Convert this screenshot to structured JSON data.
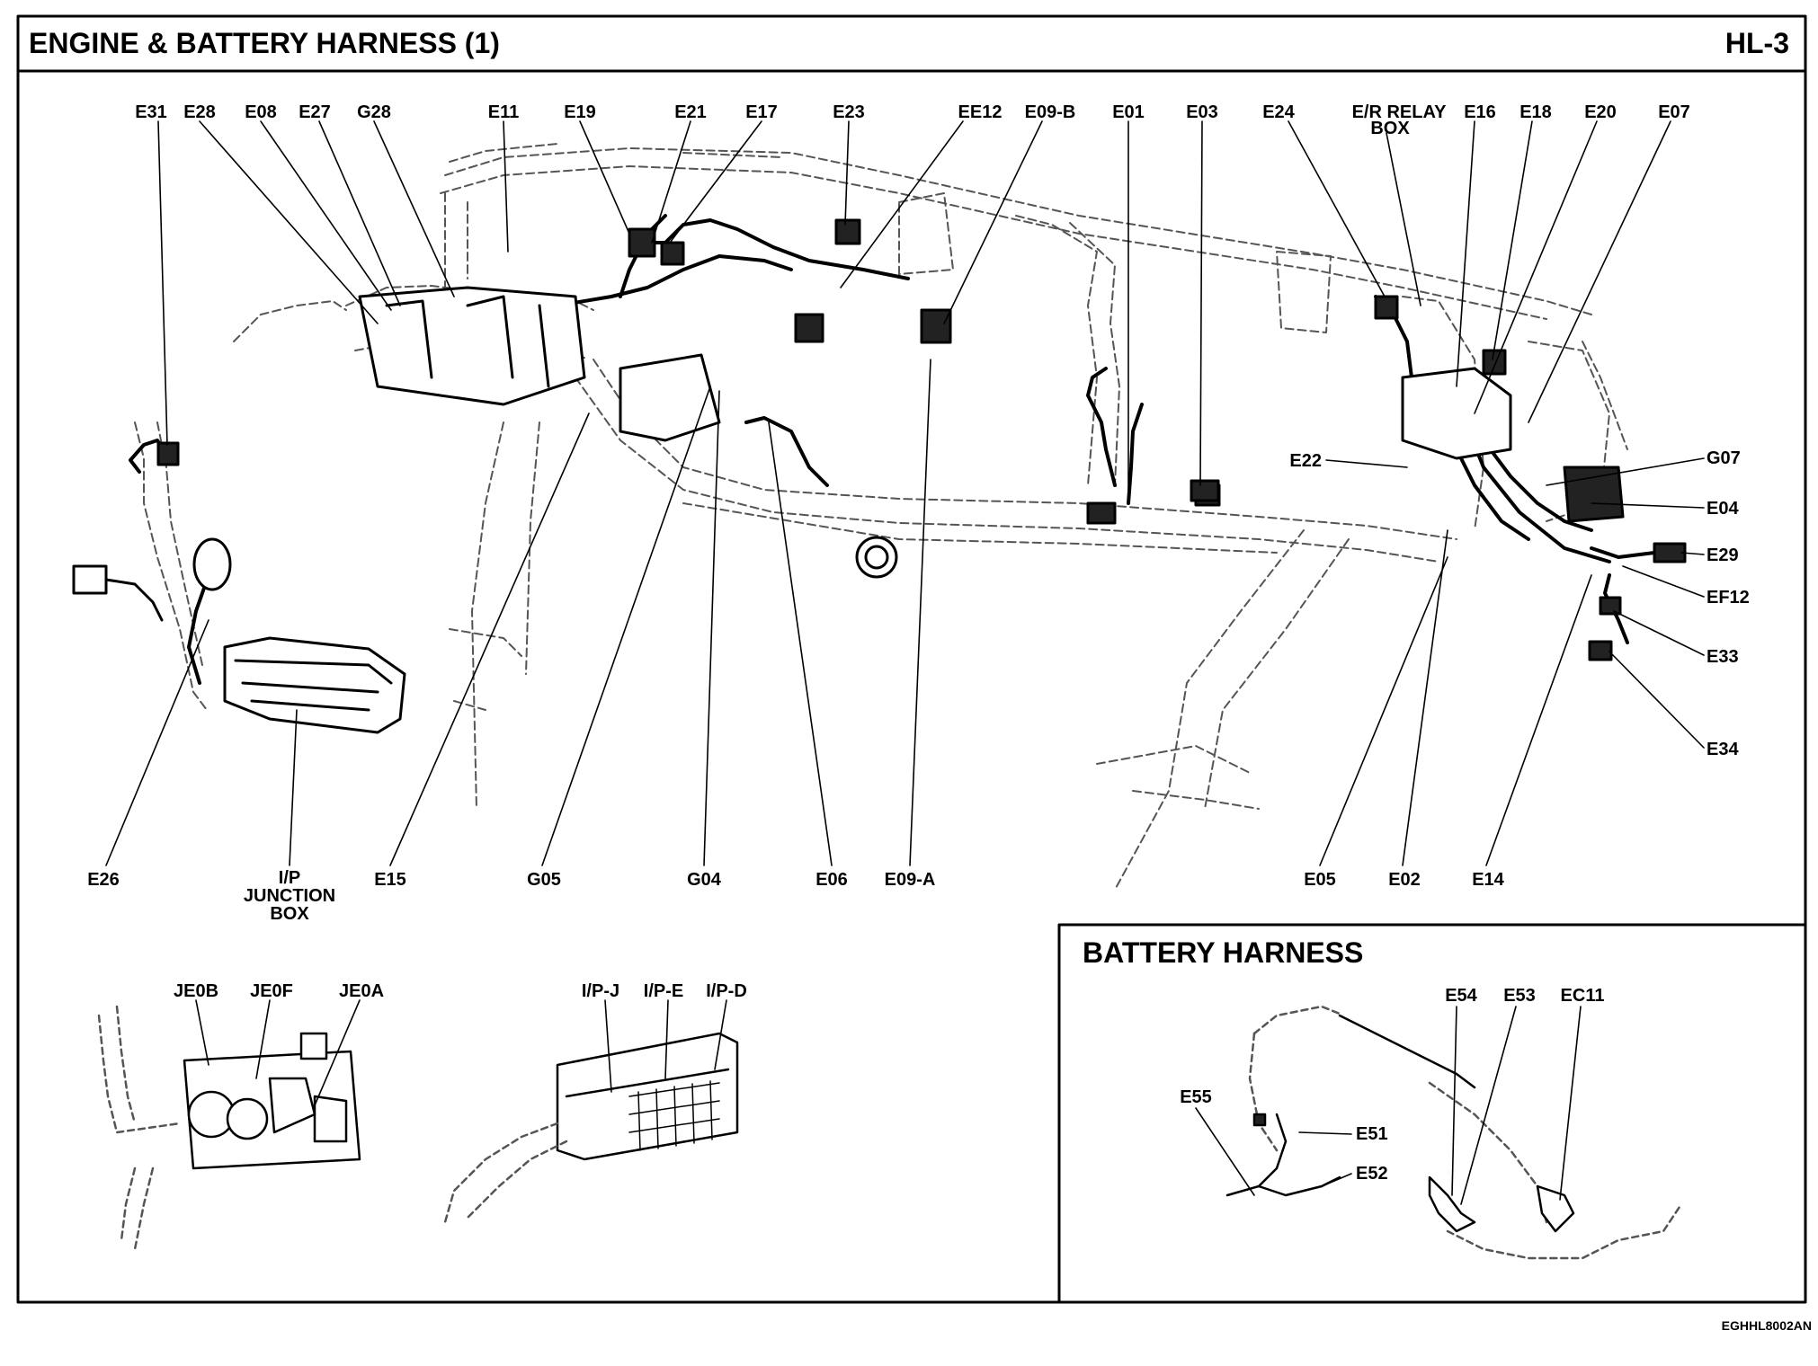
{
  "header": {
    "title": "ENGINE & BATTERY HARNESS (1)",
    "page_code": "HL-3"
  },
  "top_labels": {
    "e31": "E31",
    "e28": "E28",
    "e08": "E08",
    "e27": "E27",
    "g28": "G28",
    "e11": "E11",
    "e19": "E19",
    "e21": "E21",
    "e17": "E17",
    "e23": "E23",
    "ee12": "EE12",
    "e09b": "E09-B",
    "e01": "E01",
    "e03": "E03",
    "e24": "E24",
    "er_relay_1": "E/R RELAY",
    "er_relay_2": "BOX",
    "e16": "E16",
    "e18": "E18",
    "e20": "E20",
    "e07": "E07"
  },
  "right_labels": {
    "e22": "E22",
    "g07": "G07",
    "e04": "E04",
    "e29": "E29",
    "ef12": "EF12",
    "e33": "E33",
    "e34": "E34"
  },
  "bottom_labels": {
    "e26": "E26",
    "ip_1": "I/P",
    "ip_2": "JUNCTION",
    "ip_3": "BOX",
    "e15": "E15",
    "g05": "G05",
    "g04": "G04",
    "e06": "E06",
    "e09a": "E09-A",
    "e05": "E05",
    "e02": "E02",
    "e14": "E14"
  },
  "junction_detail": {
    "je0b": "JE0B",
    "je0f": "JE0F",
    "je0a": "JE0A"
  },
  "ip_detail": {
    "ipj": "I/P-J",
    "ipe": "I/P-E",
    "ipd": "I/P-D"
  },
  "battery": {
    "title": "BATTERY HARNESS",
    "e54": "E54",
    "e53": "E53",
    "ec11": "EC11",
    "e55": "E55",
    "e51": "E51",
    "e52": "E52"
  },
  "footer": {
    "code": "EGHHL8002AN"
  }
}
